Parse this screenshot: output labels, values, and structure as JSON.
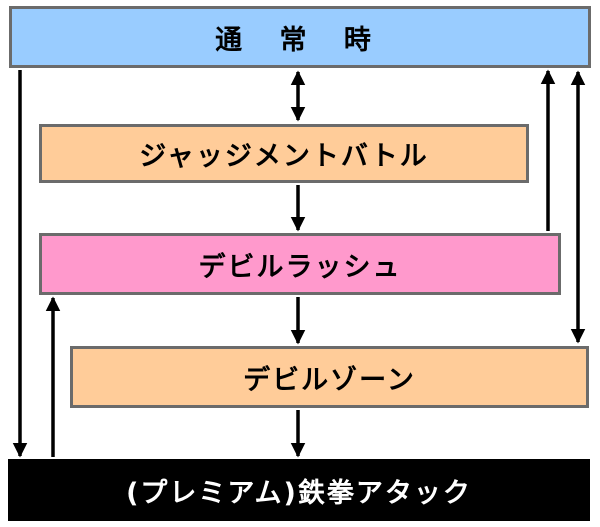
{
  "boxes": {
    "normal": {
      "label": "通 常 時",
      "color": "#99ccff"
    },
    "judgment_battle": {
      "label": "ジャッジメントバトル",
      "color": "#ffcc99"
    },
    "devil_rush": {
      "label": "デビルラッシュ",
      "color": "#ff99cc"
    },
    "devil_zone": {
      "label": "デビルゾーン",
      "color": "#ffcc99"
    },
    "premium_attack": {
      "label": "(プレミアム)鉄拳アタック",
      "color": "#000000"
    }
  },
  "connections": [
    {
      "from": "normal",
      "to": "judgment_battle",
      "direction": "both"
    },
    {
      "from": "judgment_battle",
      "to": "devil_rush",
      "direction": "forward"
    },
    {
      "from": "devil_rush",
      "to": "devil_zone",
      "direction": "forward"
    },
    {
      "from": "devil_zone",
      "to": "premium_attack",
      "direction": "forward"
    },
    {
      "from": "normal",
      "to": "premium_attack",
      "direction": "forward"
    },
    {
      "from": "premium_attack",
      "to": "devil_rush",
      "direction": "forward"
    },
    {
      "from": "devil_rush",
      "to": "normal",
      "direction": "forward"
    },
    {
      "from": "normal",
      "to": "devil_zone",
      "direction": "both"
    }
  ]
}
